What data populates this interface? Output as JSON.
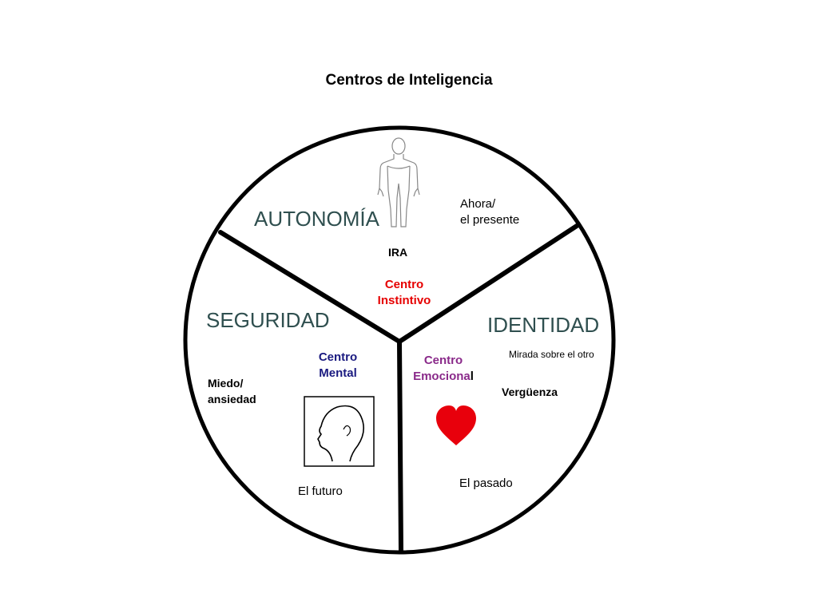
{
  "title": "Centros de Inteligencia",
  "sectors": {
    "autonomia": "AUTONOMÍA",
    "seguridad": "SEGURIDAD",
    "identidad": "IDENTIDAD"
  },
  "centers": {
    "instintivo": {
      "line1": "Centro",
      "line2": "Instintivo",
      "color": "#e60000"
    },
    "mental": {
      "line1": "Centro",
      "line2": "Mental",
      "color": "#1a1a80"
    },
    "emocional": {
      "line1": "Centro",
      "line2": "Emociona",
      "line2_end": "l",
      "color": "#8a2a8a"
    }
  },
  "notes": {
    "ahora_1": "Ahora/",
    "ahora_2": "el presente",
    "ira": "IRA",
    "miedo_1": "Miedo/",
    "miedo_2": "ansiedad",
    "futuro": "El futuro",
    "mirada": "Mirada sobre el otro",
    "verguenza": "Vergüenza",
    "pasado": "El pasado"
  },
  "colors": {
    "sector_label": "#2f4f4f",
    "heart": "#e8000c"
  },
  "icons": {
    "body": "human-body-icon",
    "head": "head-profile-icon",
    "heart": "heart-icon"
  }
}
